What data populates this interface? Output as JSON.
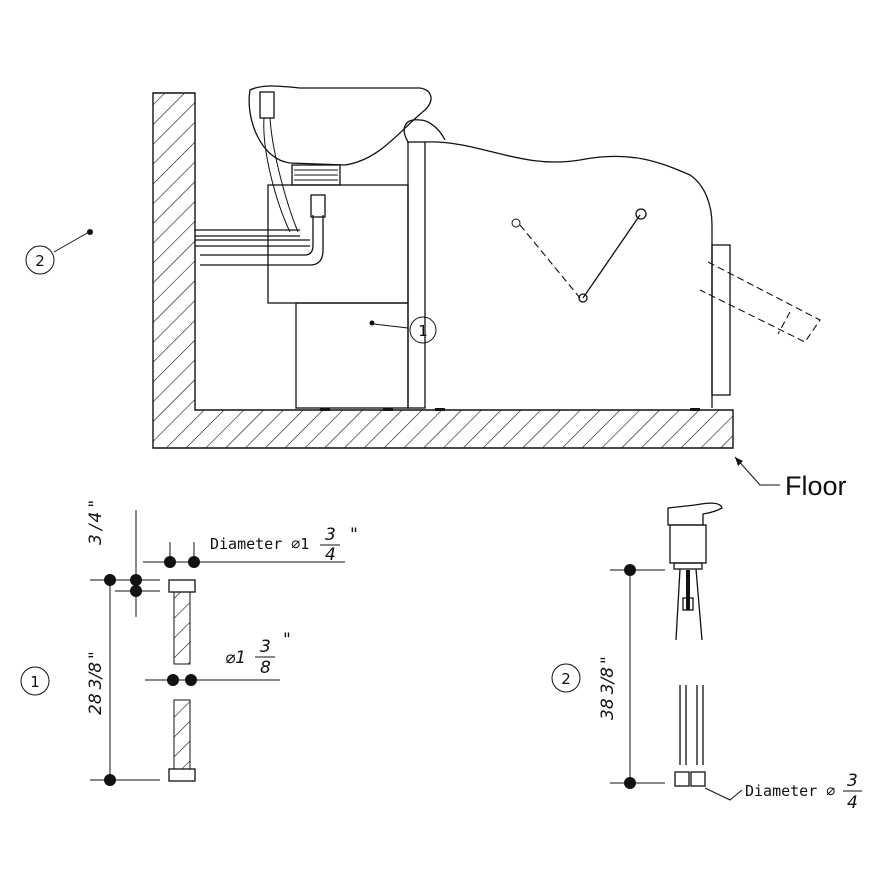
{
  "title": "Shampoo bowl installation diagram",
  "labels": {
    "floor": "Floor",
    "callout_1": "1",
    "callout_2": "2"
  },
  "drain_hose": {
    "callout": "1",
    "top_offset": {
      "whole": "",
      "num": "3",
      "den": "4",
      "unit": "\""
    },
    "outer_diameter": {
      "prefix": "Diameter ⌀1",
      "num": "3",
      "den": "4",
      "unit": "\""
    },
    "inner_diameter": {
      "prefix": "⌀1",
      "num": "3",
      "den": "8",
      "unit": "\""
    },
    "length": {
      "whole": "28",
      "num": "3",
      "den": "8",
      "unit": "\""
    }
  },
  "faucet_hose": {
    "callout": "2",
    "length": {
      "whole": "38",
      "num": "3",
      "den": "8",
      "unit": "\""
    },
    "connector_diameter": {
      "prefix": "Diameter ⌀",
      "num": "3",
      "den": "4"
    }
  }
}
